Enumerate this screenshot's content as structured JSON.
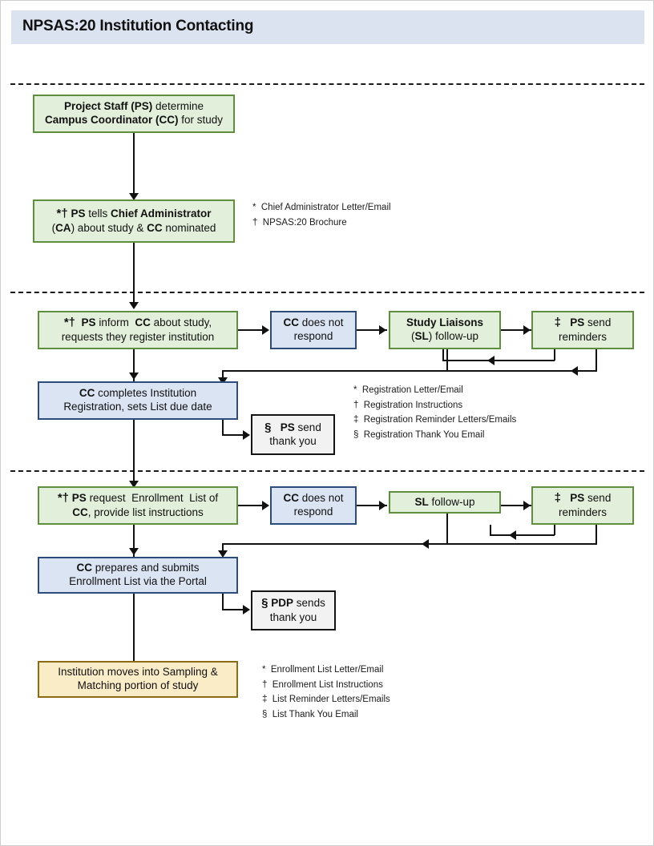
{
  "header": {
    "title": "NPSAS:20 Institution Contacting"
  },
  "colors": {
    "title_bar": "#dce3f0",
    "green_fill": "#e2efda",
    "green_border": "#5f8f3e",
    "blue_fill": "#dbe4f3",
    "blue_border": "#2c4c7c",
    "gray_fill": "#f2f2f2",
    "gray_border": "#141414",
    "yellow_fill": "#fbecc8",
    "yellow_border": "#8a6d12",
    "line": "#111111"
  },
  "stage1": {
    "box_determine_cc": "Project Staff (PS) determine Campus Coordinator (CC) for study",
    "box_determine_cc_html": "<b>Project Staff (PS)</b> determine<br><b>Campus Coordinator (CC)</b> for study",
    "box_tell_ca": "*† PS tells Chief Administrator (CA) about study & CC nominated",
    "box_tell_ca_html": "<span class='sym'>*†</span> <b>PS</b> tells <b>Chief Administrator</b><br>(<b>CA</b>) about  study &amp; <b>CC</b> nominated",
    "notes": "*  Chief Administrator Letter/Email\n†  NPSAS:20 Brochure"
  },
  "stage2": {
    "box_inform_cc": "*† PS inform CC about study, requests they register institution",
    "box_inform_cc_html": "<span class='sym'>*†</span>&nbsp; <b>PS</b> inform &nbsp;<b>CC</b> about study,<br>requests they register institution",
    "box_no_respond": "CC does not respond",
    "box_no_respond_html": "<b>CC</b> does not<br>respond",
    "box_sl_followup": "Study Liaisons (SL) follow-up",
    "box_sl_followup_html": "<b>Study Liaisons</b><br>(<b>SL</b>) follow-up",
    "box_ps_reminders": "‡ PS send reminders",
    "box_ps_reminders_html": "<span class='sym'>‡</span>&nbsp;&nbsp; <b>PS</b> send<br>reminders",
    "box_cc_registers": "CC completes Institution Registration, sets List due date",
    "box_cc_registers_html": "<b>CC</b> completes Institution<br>Registration, sets List due date",
    "box_thank_you": "§ PS send thank you",
    "box_thank_you_html": "<span class='sym'>§</span>&nbsp;&nbsp; <b>PS</b> send<br>thank you",
    "notes": "*  Registration Letter/Email\n†  Registration Instructions\n‡  Registration Reminder Letters/Emails\n§  Registration Thank You Email"
  },
  "stage3": {
    "box_request_list": "*† PS request Enrollment List of CC, provide list instructions",
    "box_request_list_html": "<span class='sym'>*†</span> <b>PS</b> request&nbsp; Enrollment&nbsp; List of<br><b>CC</b>, provide list instructions",
    "box_no_respond": "CC does not respond",
    "box_no_respond_html": "<b>CC</b> does not<br>respond",
    "box_sl_followup": "SL follow-up",
    "box_sl_followup_html": "<b>SL</b> follow-up",
    "box_ps_reminders": "‡ PS send reminders",
    "box_ps_reminders_html": "<span class='sym'>‡</span>&nbsp;&nbsp; <b>PS</b> send<br>reminders",
    "box_cc_submits": "CC prepares and submits Enrollment List via the Portal",
    "box_cc_submits_html": "<b>CC</b> prepares and submits<br>Enrollment List via the Portal",
    "box_thank_you": "§ PDP sends thank you",
    "box_thank_you_html": "<span class='sym'>§</span> <b>PDP</b> sends<br>thank you",
    "box_sampling": "Institution moves into Sampling & Matching portion of study",
    "box_sampling_html": "Institution moves into Sampling &amp;<br>Matching portion of study",
    "notes": "*  Enrollment List Letter/Email\n†  Enrollment List Instructions\n‡  List Reminder Letters/Emails\n§  List Thank You Email"
  }
}
